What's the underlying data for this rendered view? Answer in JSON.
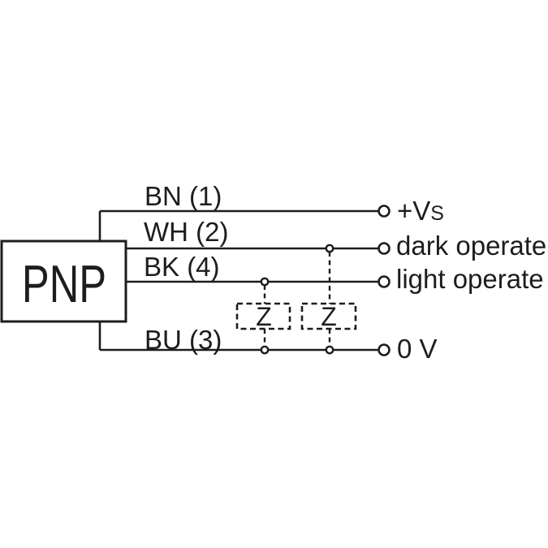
{
  "diagram": {
    "kind": "sensor-output-wiring-diagram",
    "device": {
      "label": "PNP"
    },
    "wires": [
      {
        "label": "BN (1)",
        "terminal": "+V",
        "terminal_sub": "S"
      },
      {
        "label": "WH (2)",
        "terminal": "dark operate"
      },
      {
        "label": "BK (4)",
        "terminal": "light operate"
      },
      {
        "label": "BU (3)",
        "terminal": "0 V"
      }
    ],
    "loads": [
      {
        "label": "Z"
      },
      {
        "label": "Z"
      }
    ],
    "colors": {
      "line": "#1d1d1b",
      "background": "#ffffff"
    }
  }
}
